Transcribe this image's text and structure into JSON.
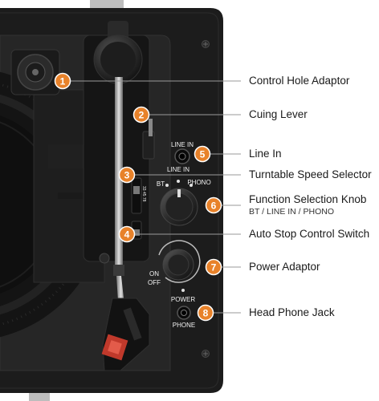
{
  "colors": {
    "badge": "#e8822a",
    "panel": "#1c1c1c",
    "leader_line": "#9a9a9a",
    "label_text": "#1a1a1a"
  },
  "panel_labels": {
    "line_in_top": "LINE IN",
    "line_in_mid": "LINE IN",
    "bt": "BT",
    "phono": "PHONO",
    "on": "ON",
    "off": "OFF",
    "power": "POWER",
    "phone": "PHONE"
  },
  "callouts": [
    {
      "number": "1",
      "label": "Control Hole Adaptor"
    },
    {
      "number": "2",
      "label": "Cuing Lever"
    },
    {
      "number": "5",
      "label": "Line In"
    },
    {
      "number": "3",
      "label": "Turntable Speed Selector"
    },
    {
      "number": "6",
      "label": "Function Selection Knob",
      "sublabel": "BT / LINE IN / PHONO"
    },
    {
      "number": "4",
      "label": "Auto Stop Control Switch"
    },
    {
      "number": "7",
      "label": "Power Adaptor"
    },
    {
      "number": "8",
      "label": "Head Phone Jack"
    }
  ]
}
